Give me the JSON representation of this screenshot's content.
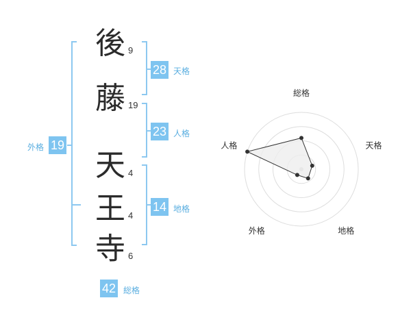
{
  "name": {
    "chars": [
      {
        "char": "後",
        "strokes": "9"
      },
      {
        "char": "藤",
        "strokes": "19"
      },
      {
        "char": "天",
        "strokes": "4"
      },
      {
        "char": "王",
        "strokes": "4"
      },
      {
        "char": "寺",
        "strokes": "6"
      }
    ]
  },
  "kakusu": {
    "tenkaku": {
      "value": "28",
      "label": "天格"
    },
    "jinkaku": {
      "value": "23",
      "label": "人格"
    },
    "chikaku": {
      "value": "14",
      "label": "地格"
    },
    "gaikaku": {
      "value": "19",
      "label": "外格"
    },
    "soukaku": {
      "value": "42",
      "label": "総格"
    }
  },
  "colors": {
    "accent": "#7ec4f0",
    "bracket": "#8cc8f0",
    "label": "#5aaee0",
    "radar_fill": "#eeeeee",
    "radar_stroke": "#333333",
    "grid": "#dddddd"
  },
  "chart_data": {
    "type": "radar",
    "axes": [
      "総格",
      "天格",
      "地格",
      "外格",
      "人格"
    ],
    "values": [
      2.2,
      0.8,
      0.8,
      0.5,
      4.0
    ],
    "range": [
      0,
      4
    ],
    "rings": 4
  }
}
